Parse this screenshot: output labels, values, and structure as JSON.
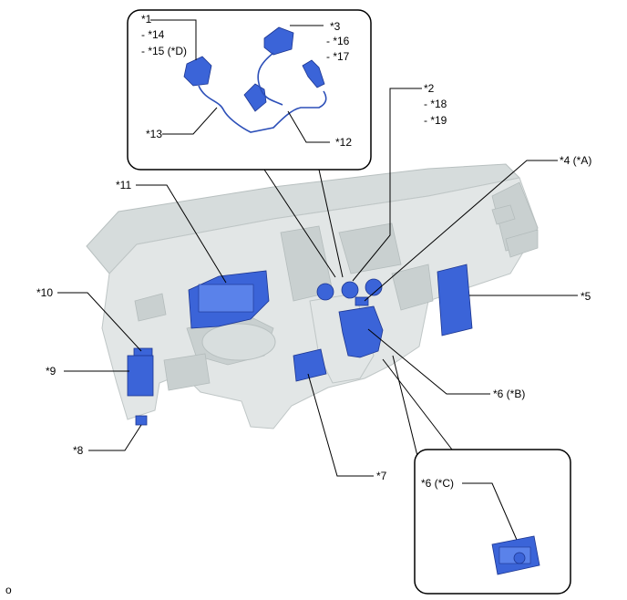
{
  "labels": {
    "l1": "*1",
    "l14": "- *14",
    "l15": "- *15 (*D)",
    "l3": "*3",
    "l16": "- *16",
    "l17": "- *17",
    "l13": "*13",
    "l12": "*12",
    "l2": "*2",
    "l18": "- *18",
    "l19": "- *19",
    "l4": "*4 (*A)",
    "l11": "*11",
    "l5": "*5",
    "l10": "*10",
    "l9": "*9",
    "l6b": "*6 (*B)",
    "l8": "*8",
    "l7": "*7",
    "l6c": "*6 (*C)",
    "footer": "o"
  }
}
